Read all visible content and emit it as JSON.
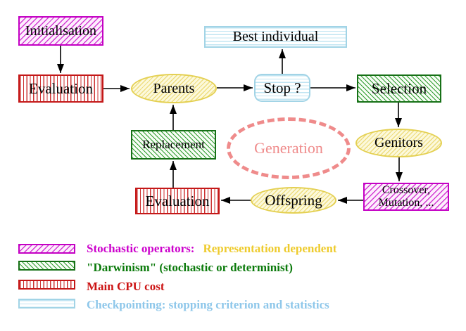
{
  "nodes": {
    "initialisation": {
      "label": "Initialisation",
      "pattern": "magenta-diagonal-hatch"
    },
    "evaluation_top": {
      "label": "Evaluation",
      "pattern": "red-vertical-stripes"
    },
    "parents": {
      "label": "Parents",
      "pattern": "yellow-diagonal-hatch"
    },
    "best_individual": {
      "label": "Best individual",
      "pattern": "cyan-horizontal-stripes"
    },
    "stop": {
      "label": "Stop ?",
      "pattern": "cyan-horizontal-stripes"
    },
    "selection": {
      "label": "Selection",
      "pattern": "green-diagonal-hatch"
    },
    "replacement": {
      "label": "Replacement",
      "pattern": "green-diagonal-hatch"
    },
    "generation": {
      "label": "Generation",
      "pattern": "dashed-salmon-ellipse"
    },
    "genitors": {
      "label": "Genitors",
      "pattern": "yellow-diagonal-hatch"
    },
    "evaluation_bottom": {
      "label": "Evaluation",
      "pattern": "red-vertical-stripes"
    },
    "offspring": {
      "label": "Offspring",
      "pattern": "yellow-diagonal-hatch"
    },
    "crossover": {
      "line1": "Crossover,",
      "line2": "Mutation, ...",
      "pattern": "magenta-diagonal-hatch"
    }
  },
  "edges": [
    {
      "from": "initialisation",
      "to": "evaluation_top"
    },
    {
      "from": "evaluation_top",
      "to": "parents"
    },
    {
      "from": "parents",
      "to": "stop"
    },
    {
      "from": "stop",
      "to": "best_individual"
    },
    {
      "from": "stop",
      "to": "selection"
    },
    {
      "from": "selection",
      "to": "genitors"
    },
    {
      "from": "genitors",
      "to": "crossover"
    },
    {
      "from": "crossover",
      "to": "offspring"
    },
    {
      "from": "offspring",
      "to": "evaluation_bottom"
    },
    {
      "from": "evaluation_bottom",
      "to": "replacement"
    },
    {
      "from": "replacement",
      "to": "parents"
    }
  ],
  "legend": {
    "items": [
      {
        "label": "Stochastic operators:",
        "label2": "Representation dependent",
        "color": "#cc00cc",
        "color2": "#eecb2d",
        "pattern": "magenta-diagonal-hatch"
      },
      {
        "label": "\"Darwinism\" (stochastic or determinist)",
        "color": "#0b7a0b",
        "pattern": "green-diagonal-hatch"
      },
      {
        "label": "Main CPU cost",
        "color": "#cc1414",
        "pattern": "red-vertical-stripes"
      },
      {
        "label": "Checkpointing: stopping criterion and statistics",
        "color": "#8ec7ea",
        "pattern": "cyan-horizontal-stripes"
      }
    ]
  },
  "colors": {
    "magenta": "#c400c4",
    "red": "#c41818",
    "green": "#167016",
    "cyan": "#a2d4e6",
    "yellow": "#e4d052",
    "salmon": "#ef8b8b",
    "arrow": "#000000",
    "background": "#ffffff"
  }
}
